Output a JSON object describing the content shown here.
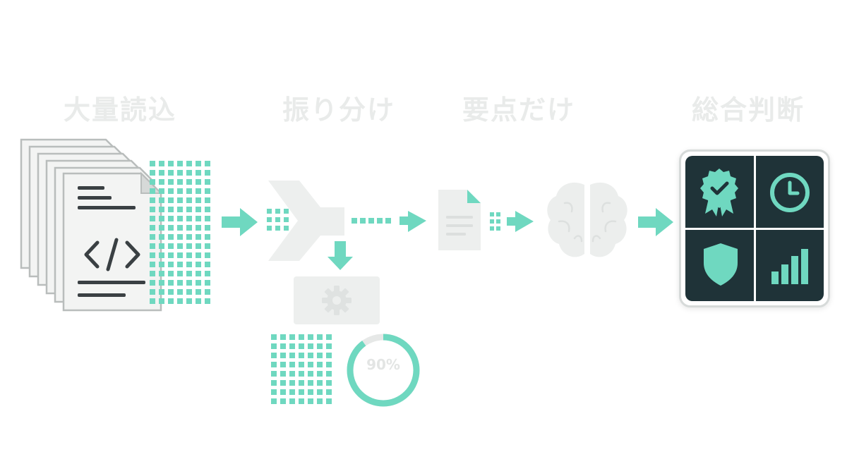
{
  "stages": [
    {
      "title": "大量読込"
    },
    {
      "title": "振り分け"
    },
    {
      "title": "要点だけ"
    },
    {
      "title": "総合判断"
    }
  ],
  "filter": {
    "progress_label": "90%",
    "progress_value": 0.9
  },
  "colors": {
    "accent": "#6fd8c0",
    "panel_dark": "#1f3338",
    "icon_light": "#eceeed",
    "doc_ink": "#3a4043"
  },
  "icons": {
    "document_stack": "code-document-icon",
    "filter": "funnel-icon",
    "settings": "gear-icon",
    "summary": "summary-document-icon",
    "brain": "brain-icon",
    "badge": "award-badge-icon",
    "clock": "clock-icon",
    "shield": "shield-icon",
    "chart": "bar-chart-icon"
  }
}
